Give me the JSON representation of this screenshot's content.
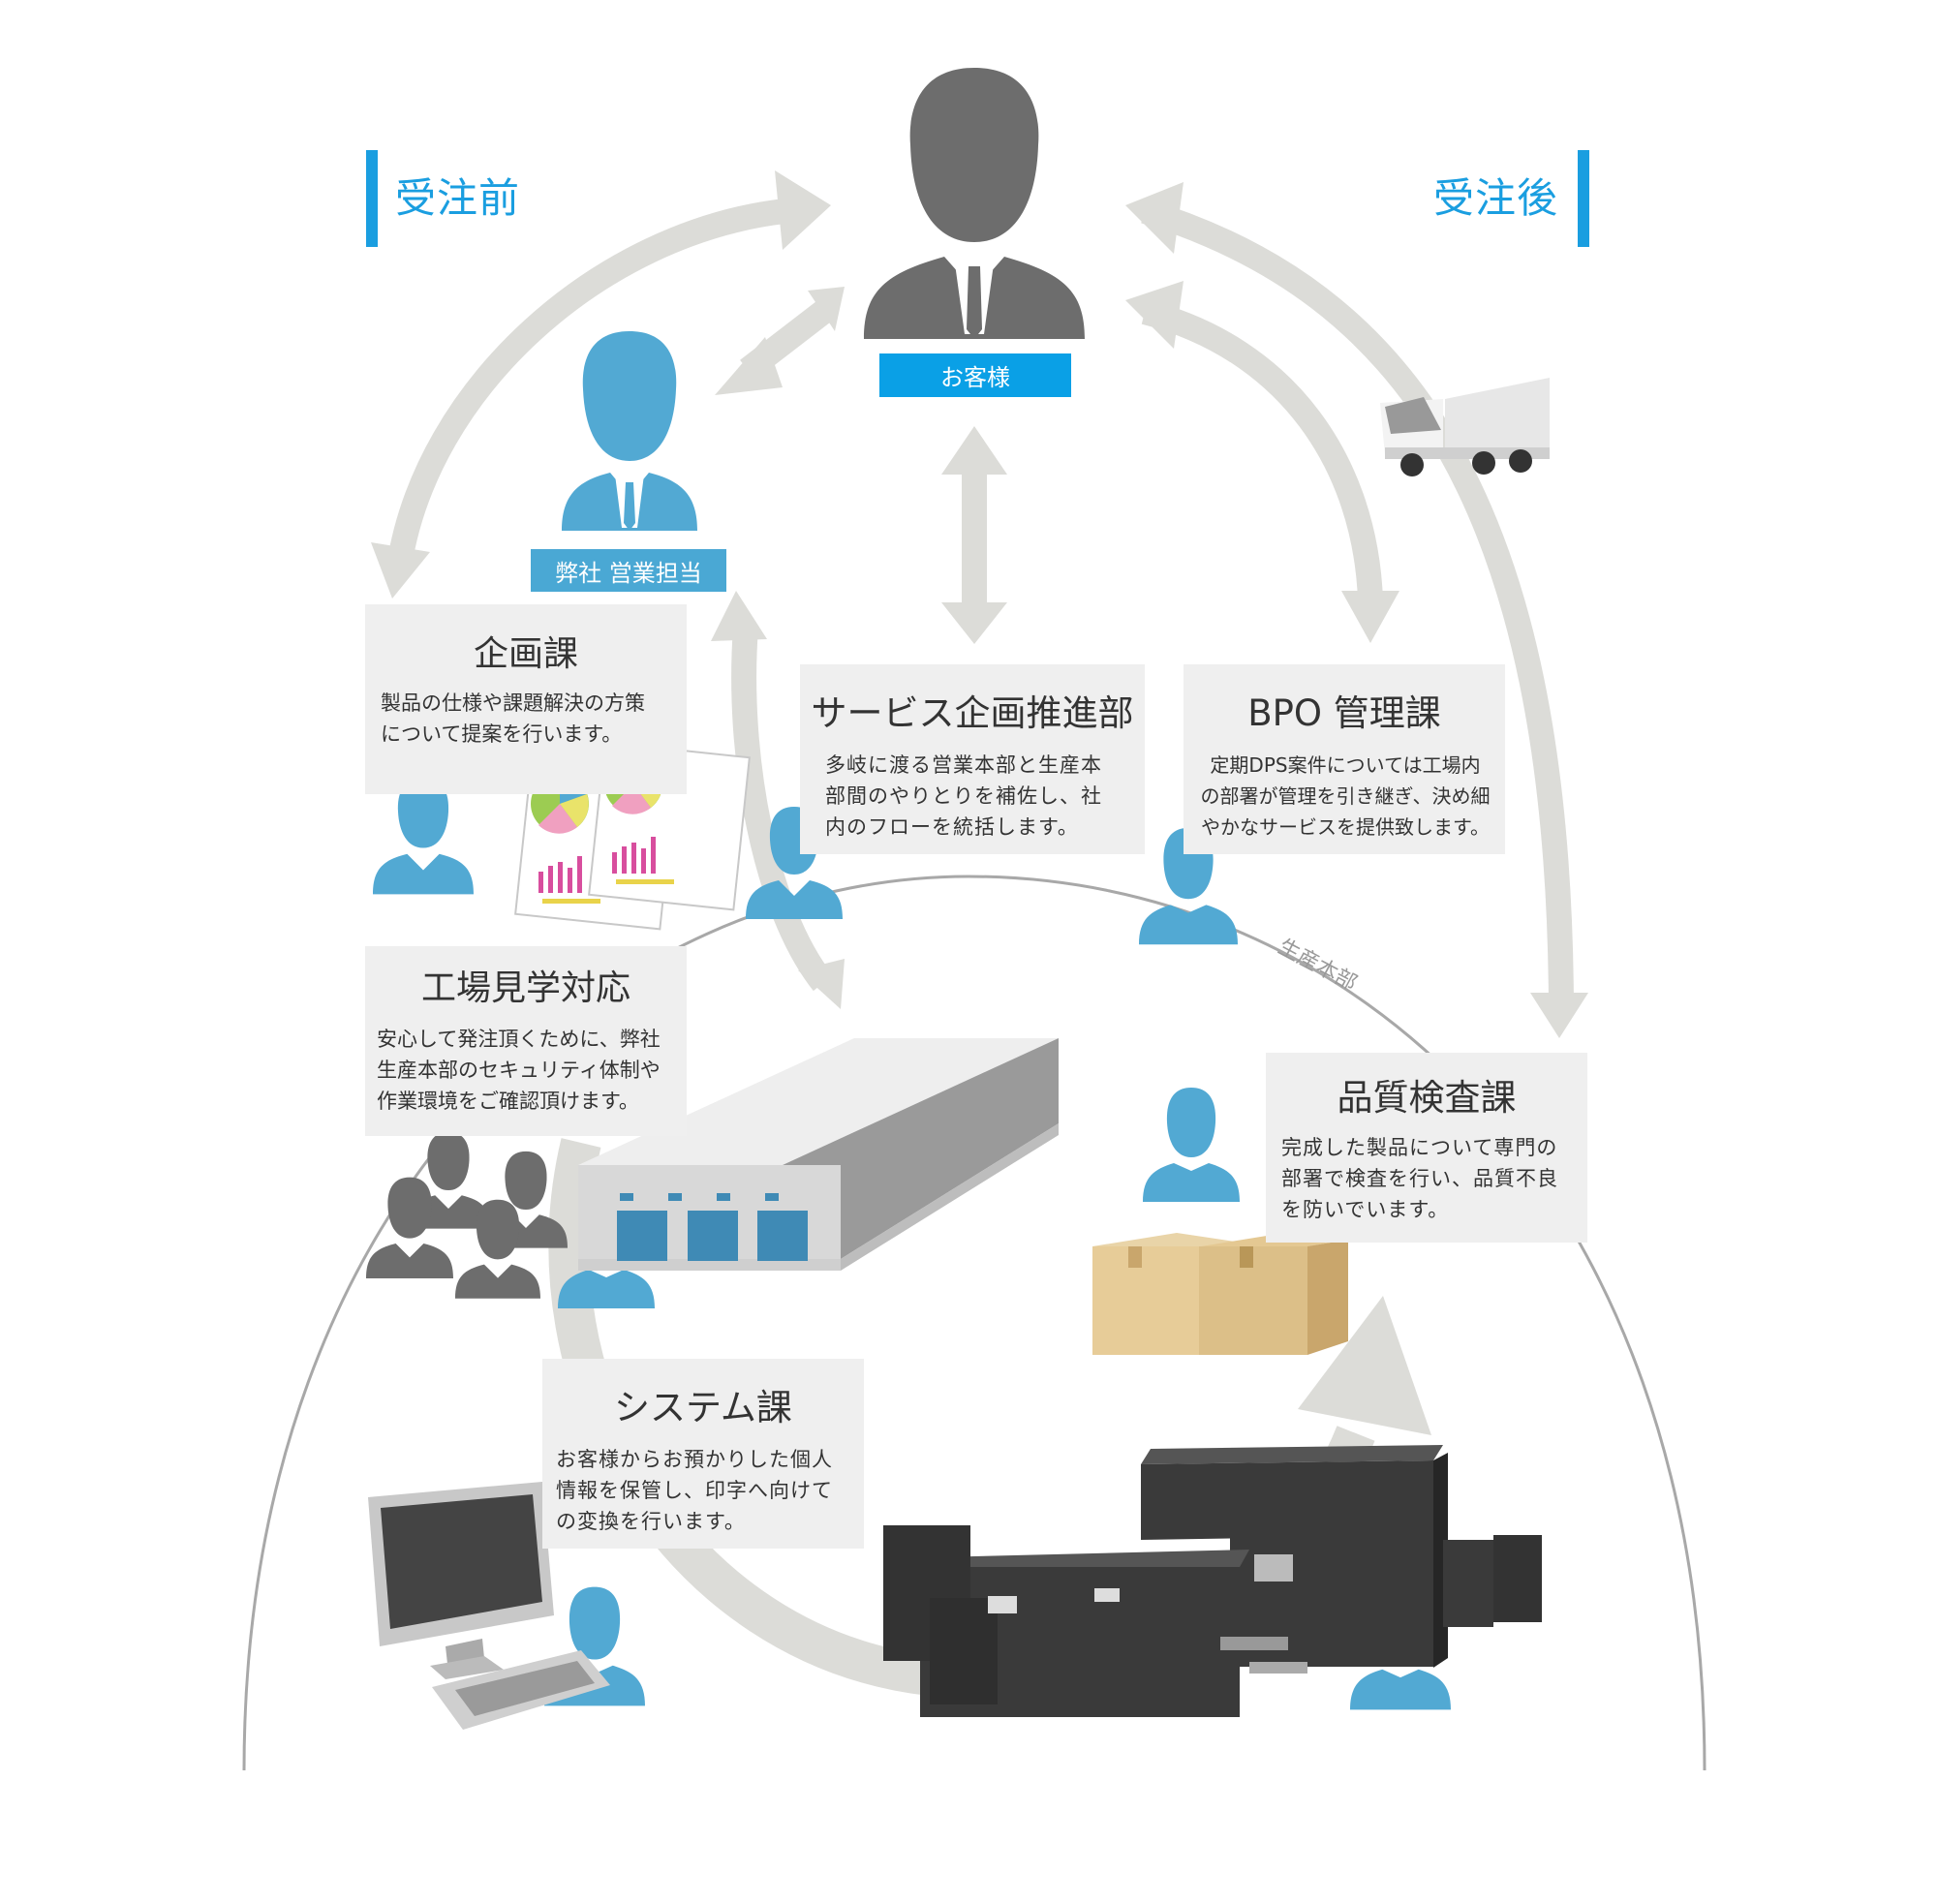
{
  "phases": {
    "before": "受注前",
    "after": "受注後"
  },
  "labels": {
    "customer": "お客様",
    "sales": "弊社 営業担当",
    "production": "生産本部"
  },
  "departments": {
    "planning": {
      "title": "企画課",
      "lines": [
        "製品の仕様や課題解決の方策",
        "について提案を行います。"
      ]
    },
    "service": {
      "title": "サービス企画推進部",
      "lines": [
        "多岐に渡る営業本部と生産本",
        "部間のやりとりを補佐し、社",
        "内のフローを統括します。"
      ]
    },
    "bpo": {
      "title": "BPO 管理課",
      "lines": [
        "定期DPS案件については工場内",
        "の部署が管理を引き継ぎ、決め細",
        "やかなサービスを提供致します。"
      ]
    },
    "tour": {
      "title": "工場見学対応",
      "lines": [
        "安心して発注頂くために、弊社",
        "生産本部のセキュリティ体制や",
        "作業環境をご確認頂けます。"
      ]
    },
    "quality": {
      "title": "品質検査課",
      "lines": [
        "完成した製品について専門の",
        "部署で検査を行い、品質不良",
        "を防いでいます。"
      ]
    },
    "system": {
      "title": "システム課",
      "lines": [
        "お客様からお預かりした個人",
        "情報を保管し、印字へ向けて",
        "の変換を行います。"
      ]
    }
  },
  "colors": {
    "accent": "#1a9ee0",
    "staff": "#52a9d3",
    "customer": "#6d6d6d",
    "arrow": "#dcdcd8",
    "box": "#efefef"
  }
}
